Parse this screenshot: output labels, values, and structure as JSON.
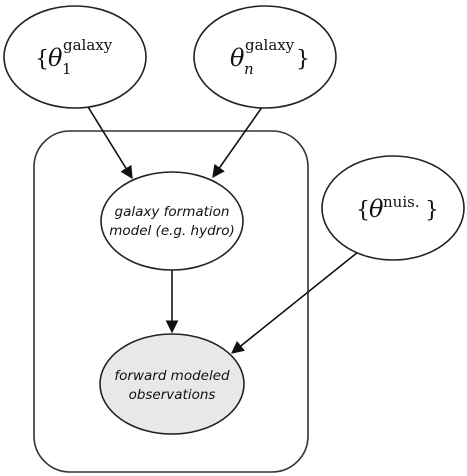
{
  "colors": {
    "node_fill": "#ffffff",
    "observed_node_fill": "#e8e8ea",
    "stroke": "#222222"
  },
  "nodes": {
    "theta_galaxy_1": {
      "open_brace": "{",
      "symbol": "θ",
      "superscript": "galaxy",
      "subscript": "1"
    },
    "theta_galaxy_n": {
      "symbol": "θ",
      "superscript": "galaxy",
      "subscript": "n",
      "close_brace": "}"
    },
    "theta_nuisance": {
      "open_brace": "{",
      "symbol": "θ",
      "superscript": "nuis.",
      "close_brace": "}"
    },
    "galaxy_formation_model": {
      "line1": "galaxy formation",
      "line2": "model (e.g. hydro)"
    },
    "forward_modeled_observations": {
      "line1": "forward modeled",
      "line2": "observations",
      "observed": true
    }
  },
  "edges": [
    {
      "from": "theta_galaxy_1",
      "to": "galaxy_formation_model"
    },
    {
      "from": "theta_galaxy_n",
      "to": "galaxy_formation_model"
    },
    {
      "from": "galaxy_formation_model",
      "to": "forward_modeled_observations"
    },
    {
      "from": "theta_nuisance",
      "to": "forward_modeled_observations"
    }
  ]
}
